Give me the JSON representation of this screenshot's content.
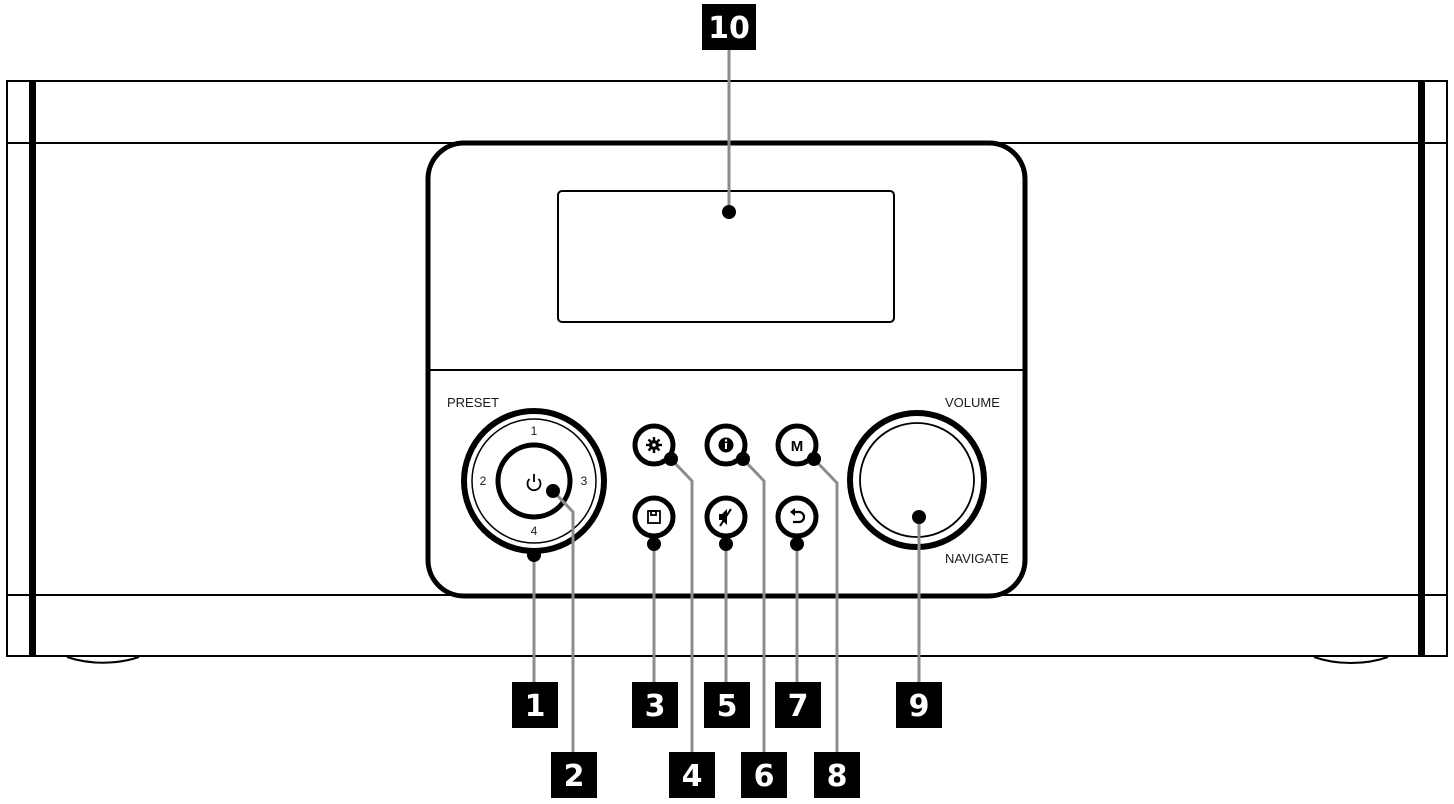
{
  "device": "front-panel-radio",
  "panel_labels": {
    "preset": "PRESET",
    "volume": "VOLUME",
    "navigate": "NAVIGATE"
  },
  "preset_knob_numbers": [
    "1",
    "2",
    "3",
    "4"
  ],
  "buttons": {
    "settings_icon": "gear-icon",
    "info_icon": "info-icon",
    "mode_label": "M",
    "save_icon": "save-icon",
    "mute_icon": "mute-icon",
    "back_icon": "back-icon",
    "power_icon": "power-icon"
  },
  "callouts": [
    "1",
    "2",
    "3",
    "4",
    "5",
    "6",
    "7",
    "8",
    "9",
    "10"
  ],
  "colors": {
    "line": "#000000",
    "leader": "#8c8c8c",
    "callout_bg": "#000000",
    "callout_text": "#ffffff"
  }
}
